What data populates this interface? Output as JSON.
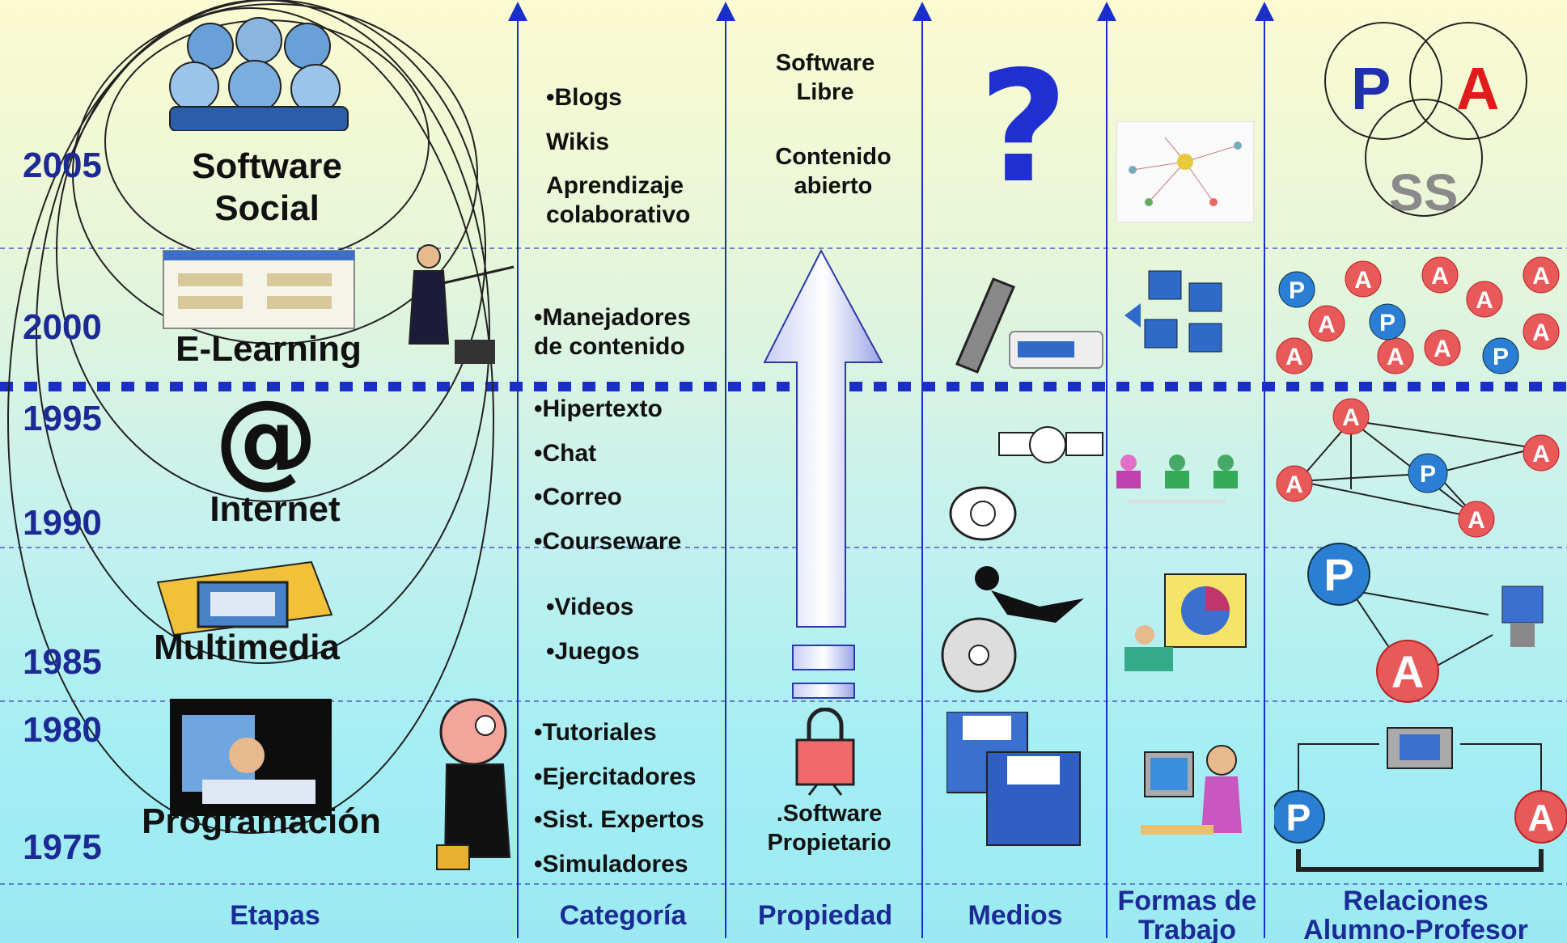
{
  "years": [
    "2005",
    "2000",
    "1995",
    "1990",
    "1985",
    "1980",
    "1975"
  ],
  "stages": [
    "Software Social",
    "E-Learning",
    "Internet",
    "Multimedia",
    "Programación"
  ],
  "stage_lines": {
    "software_social_1": "Software",
    "software_social_2": "Social"
  },
  "categories": {
    "software_social": [
      "•Blogs",
      "Wikis",
      "Aprendizaje",
      "colaborativo"
    ],
    "e_learning": [
      "•Manejadores",
      "de contenido"
    ],
    "internet": [
      "•Hipertexto",
      "•Chat",
      "•Correo",
      "•Courseware"
    ],
    "multimedia": [
      "•Videos",
      "•Juegos"
    ],
    "programacion": [
      "•Tutoriales",
      "•Ejercitadores",
      "•Sist. Expertos",
      "•Simuladores"
    ]
  },
  "propiedad": {
    "top_1": "Software",
    "top_2": "Libre",
    "mid_1": "Contenido",
    "mid_2": "abierto",
    "bottom_1": ".Software",
    "bottom_2": "Propietario"
  },
  "relaciones": {
    "venn": [
      "P",
      "A",
      "SS"
    ],
    "node_p": "P",
    "node_a": "A"
  },
  "medios_question": "?",
  "footer": {
    "etapas": "Etapas",
    "categoria": "Categoría",
    "propiedad": "Propiedad",
    "medios": "Medios",
    "formas_1": "Formas de",
    "formas_2": "Trabajo",
    "relaciones_1": "Relaciones",
    "relaciones_2": "Alumno-Profesor"
  },
  "colors": {
    "year_blue": "#1c2a96",
    "venn_p": "#1f2fb0",
    "venn_a": "#e01b1b",
    "venn_ss": "#8a8a8a",
    "node_a": "#e85a5a",
    "node_p": "#2a7fd4",
    "divider": "#1a2fc8"
  }
}
